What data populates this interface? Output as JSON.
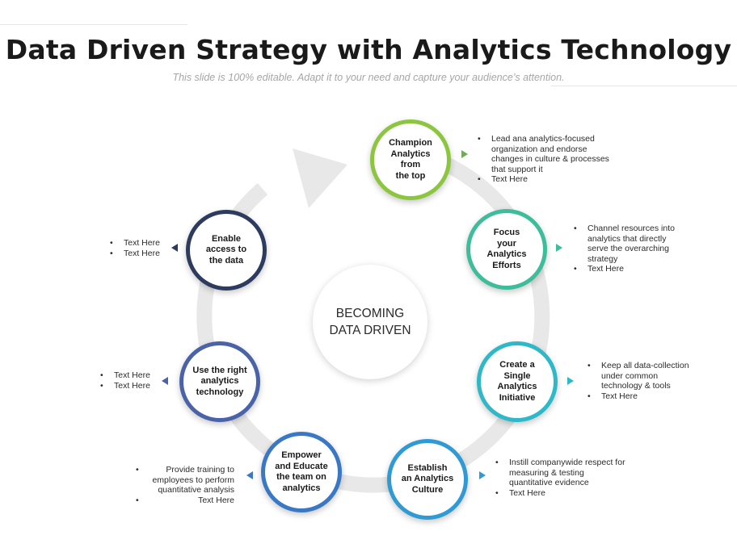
{
  "title": "Data Driven Strategy with Analytics Technology",
  "subtitle": "This slide is 100% editable. Adapt it to your need and capture your audience’s attention.",
  "center_label": "BECOMING DATA DRIVEN",
  "colors": {
    "ring": "#e8e8e8",
    "arrow_right": "#6ab04c",
    "stage_1": "#8cc63f",
    "stage_2": "#3dbd9a",
    "stage_3": "#2eb8c8",
    "stage_4": "#2f9ad3",
    "stage_5": "#3a78c6",
    "stage_6": "#4a63a8",
    "stage_7": "#2d3b5e"
  },
  "stages": [
    {
      "label": "Champion\nAnalytics\nfrom\nthe top",
      "bullets": [
        "Lead ana analytics-focused organization and endorse changes in culture & processes that support it",
        "Text Here"
      ]
    },
    {
      "label": "Focus\nyour\nAnalytics\nEfforts",
      "bullets": [
        "Channel resources into analytics that directly serve the overarching strategy",
        "Text Here"
      ]
    },
    {
      "label": "Create a\nSingle\nAnalytics\nInitiative",
      "bullets": [
        "Keep all data-collection under common technology & tools",
        "Text Here"
      ]
    },
    {
      "label": "Establish\nan Analytics\nCulture",
      "bullets": [
        "Instill companywide respect for measuring & testing quantitative evidence",
        "Text Here"
      ]
    },
    {
      "label": "Empower\nand Educate\nthe team on\nanalytics",
      "bullets": [
        "Provide training to employees to perform quantitative analysis",
        "Text Here"
      ]
    },
    {
      "label": "Use the right\nanalytics\ntechnology",
      "bullets": [
        "Text Here",
        "Text Here"
      ]
    },
    {
      "label": "Enable\naccess to\nthe data",
      "bullets": [
        "Text Here",
        "Text Here"
      ]
    }
  ]
}
